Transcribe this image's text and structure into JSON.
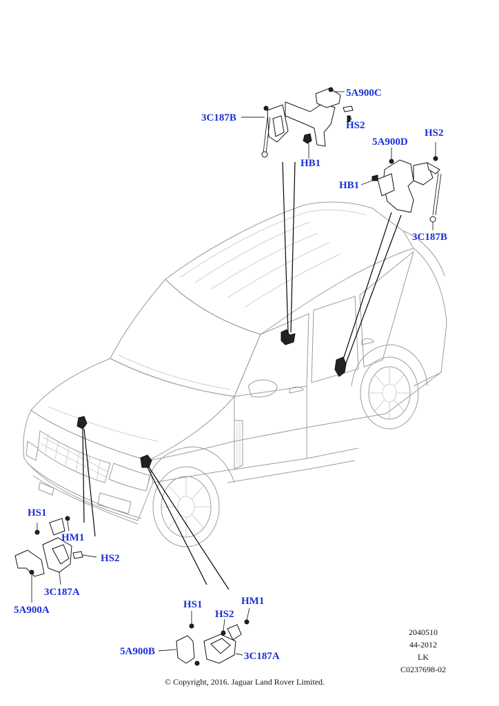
{
  "callouts": {
    "top_5a900c": "5A900C",
    "top_3c187b": "3C187B",
    "top_hs2": "HS2",
    "top_hb1": "HB1",
    "right_5a900d": "5A900D",
    "right_hs2": "HS2",
    "right_hb1": "HB1",
    "right_3c187b": "3C187B",
    "left_hs1": "HS1",
    "left_hm1": "HM1",
    "left_hs2": "HS2",
    "left_3c187a": "3C187A",
    "left_5a900a": "5A900A",
    "bottom_hs1": "HS1",
    "bottom_hm1": "HM1",
    "bottom_hs2": "HS2",
    "bottom_5a900b": "5A900B",
    "bottom_3c187a": "3C187A"
  },
  "meta": {
    "line1": "2040510",
    "line2": "44-2012",
    "line3": "LK",
    "line4": "C0237698-02"
  },
  "copyright": "© Copyright, 2016. Jaguar Land Rover Limited.",
  "colors": {
    "callout_text": "#1a2fd6",
    "car_outline": "#9a9a9a",
    "part_outline": "#111111"
  }
}
